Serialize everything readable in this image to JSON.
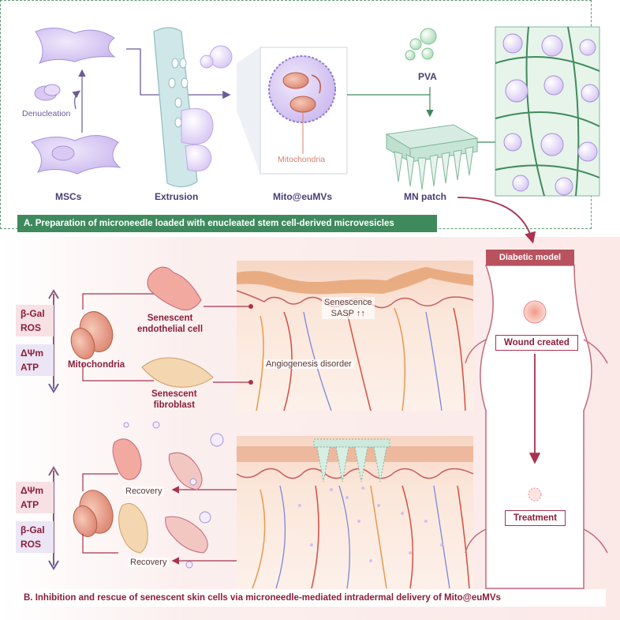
{
  "panelA": {
    "labels": {
      "mscs": "MSCs",
      "extrusion": "Extrusion",
      "mito_eumvs": "Mito@euMVs",
      "mn_patch": "MN patch",
      "pva": "PVA",
      "denucleation": "Denucleation",
      "mitochondria": "Mitochondria"
    },
    "banner": "A. Preparation of microneedle loaded with enucleated stem cell-derived microvesicles"
  },
  "panelB": {
    "top": {
      "markers_up": "β-Gal\nROS",
      "markers_down": "ΔΨm\nATP",
      "mitochondria": "Mitochondria",
      "endothelial": "Senescent\nendothelial cell",
      "fibroblast": "Senescent\nfibroblast",
      "senescence": "Senescence\nSASP ↑↑",
      "angiogenesis": "Angiogenesis disorder"
    },
    "bottom": {
      "markers_up": "ΔΨm\nATP",
      "markers_down": "β-Gal\nROS",
      "recovery_1": "Recovery",
      "recovery_2": "Recovery"
    },
    "diabetic_model": "Diabetic model",
    "wound_created": "Wound created",
    "treatment": "Treatment",
    "banner": "B. Inhibition and rescue of senescent skin cells via microneedle-mediated intradermal delivery of Mito@euMVs"
  },
  "colors": {
    "accent_green": "#3f8a5d",
    "accent_red": "#8b1e3a",
    "purple": "#6b5a99"
  }
}
